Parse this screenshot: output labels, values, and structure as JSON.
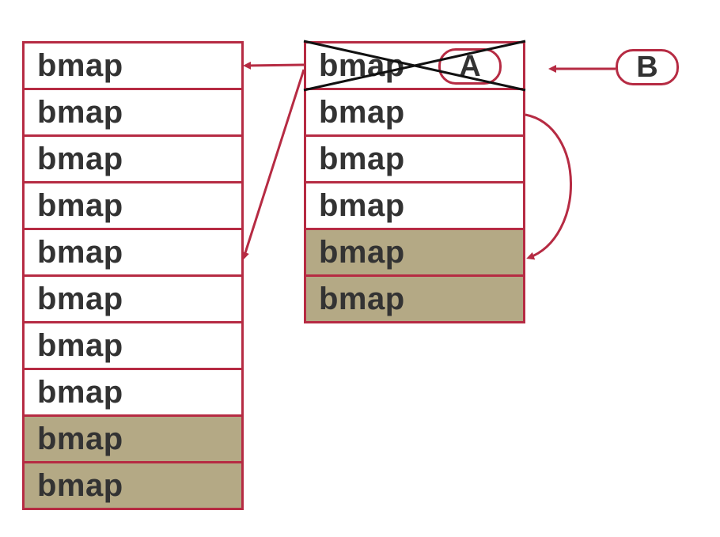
{
  "colors": {
    "border": "#b62b43",
    "filled": "#b4a985",
    "text": "#333333",
    "cross": "#111111"
  },
  "left_stack": {
    "cells": [
      {
        "label": "bmap",
        "filled": false
      },
      {
        "label": "bmap",
        "filled": false
      },
      {
        "label": "bmap",
        "filled": false
      },
      {
        "label": "bmap",
        "filled": false
      },
      {
        "label": "bmap",
        "filled": false
      },
      {
        "label": "bmap",
        "filled": false
      },
      {
        "label": "bmap",
        "filled": false
      },
      {
        "label": "bmap",
        "filled": false
      },
      {
        "label": "bmap",
        "filled": true
      },
      {
        "label": "bmap",
        "filled": true
      }
    ]
  },
  "right_stack": {
    "cells": [
      {
        "label": "bmap",
        "filled": false,
        "crossed_out": true
      },
      {
        "label": "bmap",
        "filled": false
      },
      {
        "label": "bmap",
        "filled": false
      },
      {
        "label": "bmap",
        "filled": false
      },
      {
        "label": "bmap",
        "filled": true
      },
      {
        "label": "bmap",
        "filled": true
      }
    ]
  },
  "labels": {
    "a": "A",
    "b": "B"
  }
}
